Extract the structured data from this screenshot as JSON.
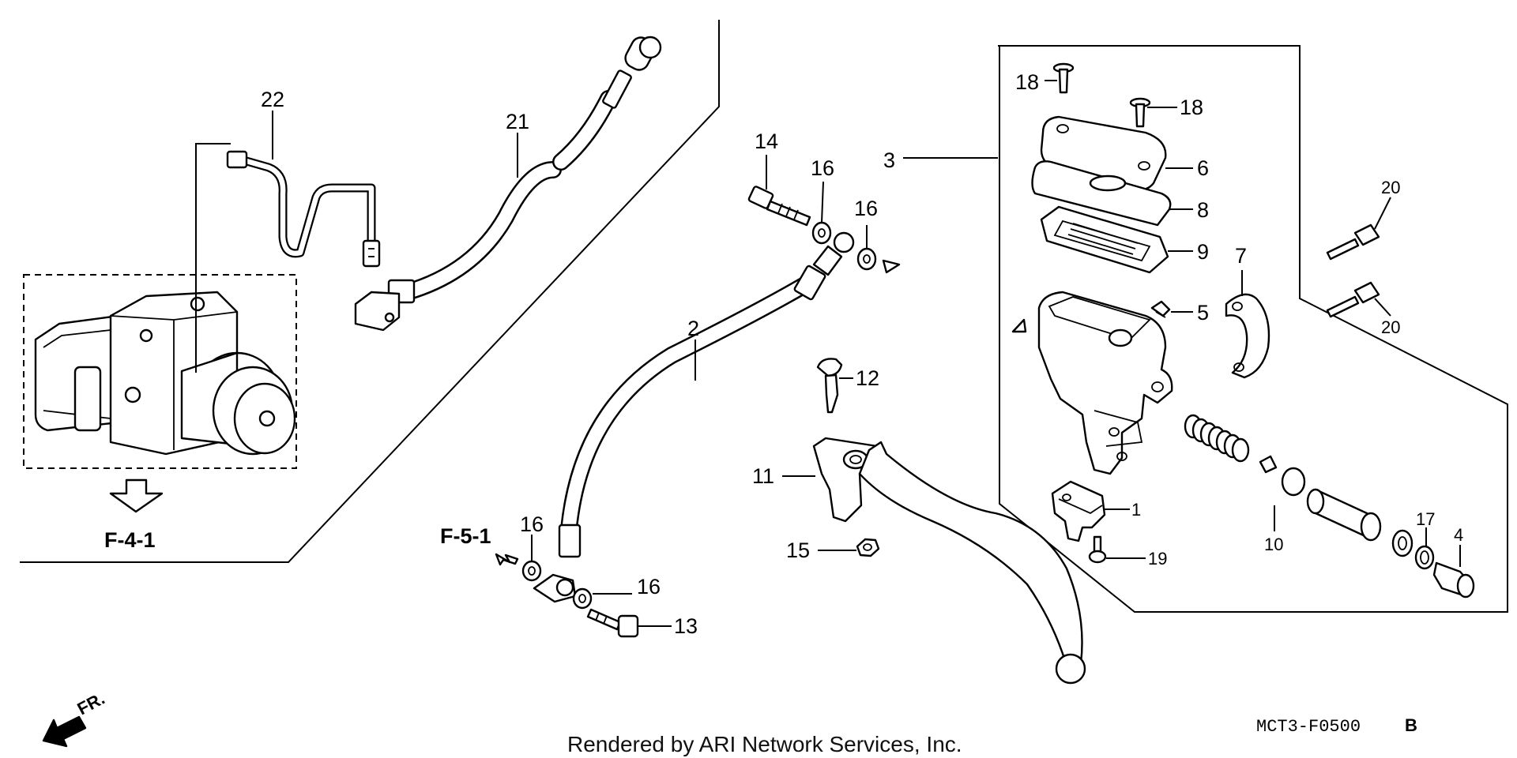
{
  "diagram": {
    "labels": {
      "l1": "1",
      "l2": "2",
      "l3": "3",
      "l4": "4",
      "l5": "5",
      "l6": "6",
      "l7": "7",
      "l8": "8",
      "l9": "9",
      "l10": "10",
      "l11": "11",
      "l12": "12",
      "l13": "13",
      "l14": "14",
      "l15": "15",
      "l16a": "16",
      "l16b": "16",
      "l16c": "16",
      "l16d": "16",
      "l17": "17",
      "l18a": "18",
      "l18b": "18",
      "l19": "19",
      "l20a": "20",
      "l20b": "20",
      "l21": "21",
      "l22": "22"
    },
    "refs": {
      "f41": "F-4-1",
      "f51": "F-5-1"
    },
    "front_marker": "FR.",
    "caption": "Rendered by ARI Network Services, Inc.",
    "diagram_code": "MCT3-F0500",
    "diagram_suffix": "B"
  }
}
